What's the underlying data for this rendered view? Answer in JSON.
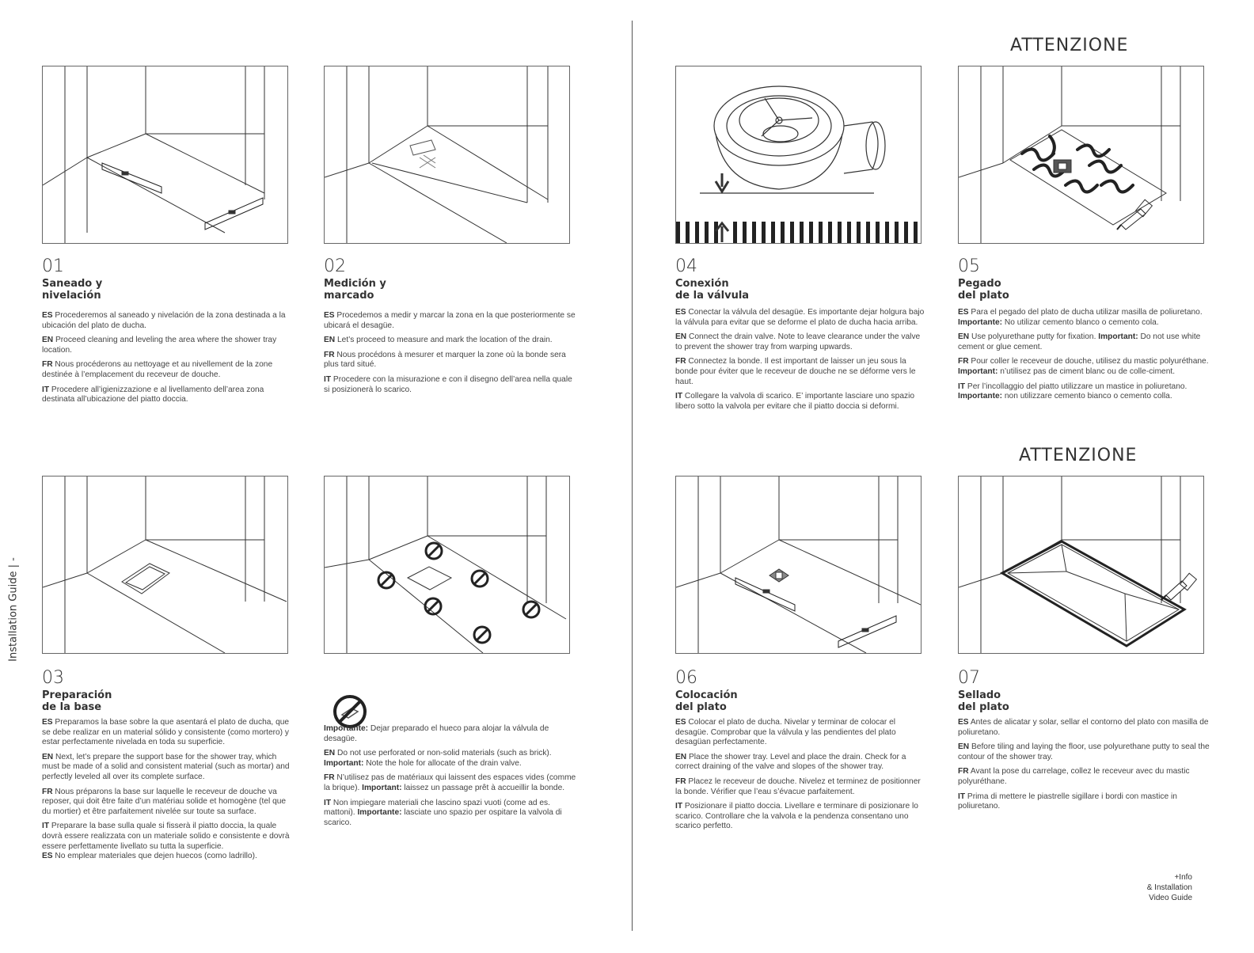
{
  "side_label": "Installation Guide  |  -",
  "attention_labels": [
    "ATTENZIONE",
    "ATTENZIONE"
  ],
  "steps": [
    {
      "num": "01",
      "title_lines": [
        "Saneado y",
        "nivelación"
      ],
      "paragraphs": [
        [
          {
            "b": "ES"
          },
          " Procederemos al saneado y nivelación de la zona destinada a la ubicación del plato de ducha."
        ],
        [
          {
            "b": "EN"
          },
          " Proceed cleaning and leveling the area where the shower tray location."
        ],
        [
          {
            "b": "FR"
          },
          " Nous procéderons au nettoyage et au nivellement de la zone destinée à l’emplacement du receveur de douche."
        ],
        [
          {
            "b": "IT"
          },
          " Procedere all’igienizzazione e al livellamento dell’area zona destinata all’ubicazione del piatto doccia."
        ]
      ]
    },
    {
      "num": "02",
      "title_lines": [
        "Medición y",
        "marcado"
      ],
      "paragraphs": [
        [
          {
            "b": "ES"
          },
          " Procedemos a medir y marcar la zona en la que posteriormente se ubicará el desagüe."
        ],
        [
          {
            "b": "EN"
          },
          " Let’s proceed to measure and mark the location of the drain."
        ],
        [
          {
            "b": "FR"
          },
          " Nous procédons à mesurer et marquer la zone où la bonde sera plus tard situé."
        ],
        [
          {
            "b": "IT"
          },
          " Procedere con la misurazione e con il disegno dell’area nella quale si posizionerà lo scarico."
        ]
      ]
    },
    {
      "num": "03",
      "title_lines": [
        "Preparación",
        "de la base"
      ],
      "paragraphs": [
        [
          {
            "b": "ES"
          },
          " Preparamos la base sobre la que asentará el plato de ducha, que se debe realizar en un material sólido y consistente (como mortero) y estar perfectamente nivelada en toda su superficie."
        ],
        [
          {
            "b": "EN"
          },
          " Next, let’s prepare the support base for the shower tray, which must be made of a solid and consistent material (such as mortar) and perfectly leveled all over its complete surface."
        ],
        [
          {
            "b": "FR"
          },
          " Nous préparons la base sur laquelle le receveur de douche va reposer, qui doit être faite d’un matériau solide et homogène (tel que du mortier) et être parfaitement nivelée sur toute sa surface."
        ],
        [
          {
            "b": "IT"
          },
          " Preparare la base sulla quale si fisserà il piatto doccia, la quale dovrà essere realizzata con un materiale solido e consistente e dovrà essere perfettamente livellato su tutta la superficie.\n",
          {
            "b": "ES"
          },
          " No emplear materiales que dejen huecos (como ladrillo)."
        ]
      ]
    },
    {
      "num": "",
      "title_lines": [],
      "paragraphs": [
        [
          {
            "b": "Importante:"
          },
          " Dejar preparado el hueco para alojar la válvula de desagüe."
        ],
        [
          {
            "b": "EN"
          },
          " Do not use perforated or non-solid materials (such as brick). ",
          {
            "b": "Important:"
          },
          " Note the hole for allocate of the drain valve."
        ],
        [
          {
            "b": "FR"
          },
          " N’utilisez pas de matériaux qui laissent des espaces vides (comme la brique). ",
          {
            "b": "Important:"
          },
          " laissez un passage prêt à accueillir la bonde."
        ],
        [
          {
            "b": "IT"
          },
          " Non impiegare materiali che lascino spazi vuoti (come ad es. mattoni). ",
          {
            "b": "Importante:"
          },
          " lasciate uno spazio per ospitare la valvola di scarico."
        ]
      ]
    },
    {
      "num": "04",
      "title_lines": [
        "Conexión",
        "de la válvula"
      ],
      "paragraphs": [
        [
          {
            "b": "ES"
          },
          " Conectar la válvula del desagüe. Es importante dejar holgura bajo la válvula para evitar que se deforme el plato de ducha hacia arriba."
        ],
        [
          {
            "b": "EN"
          },
          " Connect the drain valve. Note to leave clearance under the valve to prevent the shower tray from warping upwards."
        ],
        [
          {
            "b": "FR"
          },
          " Connectez la bonde. Il est important de laisser un jeu sous la bonde pour éviter que le receveur de douche ne se déforme vers le haut."
        ],
        [
          {
            "b": "IT"
          },
          " Collegare la valvola di scarico. E’ importante lasciare uno spazio libero sotto la valvola per evitare che il piatto doccia si deformi."
        ]
      ]
    },
    {
      "num": "05",
      "title_lines": [
        "Pegado",
        "del plato"
      ],
      "paragraphs": [
        [
          {
            "b": "ES"
          },
          " Para el pegado del plato de ducha utilizar masilla de poliuretano. ",
          {
            "b": "Importante:"
          },
          " No utilizar cemento blanco o cemento cola."
        ],
        [
          {
            "b": "EN"
          },
          " Use polyurethane putty for fixation. ",
          {
            "b": "Important:"
          },
          " Do not use white cement or glue cement."
        ],
        [
          {
            "b": "FR"
          },
          " Pour coller le receveur de douche, utilisez du mastic polyuréthane. ",
          {
            "b": "Important:"
          },
          " n’utilisez pas de ciment blanc ou de colle-ciment."
        ],
        [
          {
            "b": "IT"
          },
          " Per l’incollaggio del piatto utilizzare un mastice in poliuretano. ",
          {
            "b": "Importante:"
          },
          " non utilizzare cemento bianco o cemento colla."
        ]
      ]
    },
    {
      "num": "06",
      "title_lines": [
        "Colocación",
        "del plato"
      ],
      "paragraphs": [
        [
          {
            "b": "ES"
          },
          " Colocar el plato de ducha. Nivelar y terminar de colocar el desagüe. Comprobar que la válvula y las pendientes del plato desagüan perfectamente."
        ],
        [
          {
            "b": "EN"
          },
          " Place the shower tray. Level and place the drain. Check for a correct draining of the valve and slopes of the shower tray."
        ],
        [
          {
            "b": "FR"
          },
          " Placez le receveur de douche. Nivelez et terminez de positionner la bonde. Vérifier que l’eau s’évacue parfaitement."
        ],
        [
          {
            "b": "IT"
          },
          " Posizionare il piatto doccia. Livellare e terminare di posizionare lo scarico. Controllare che la valvola e la pendenza consentano uno scarico perfetto."
        ]
      ]
    },
    {
      "num": "07",
      "title_lines": [
        "Sellado",
        "del plato"
      ],
      "paragraphs": [
        [
          {
            "b": "ES"
          },
          " Antes de alicatar y solar, sellar el contorno del plato con masilla de poliuretano."
        ],
        [
          {
            "b": "EN"
          },
          " Before tiling and laying the floor, use polyurethane putty to seal the contour of the shower tray."
        ],
        [
          {
            "b": "FR"
          },
          " Avant la pose du carrelage, collez le receveur avec du mastic polyuréthane."
        ],
        [
          {
            "b": "IT"
          },
          " Prima di mettere le piastrelle sigillare i bordi con mastice in poliuretano."
        ]
      ]
    }
  ],
  "info_lines": [
    "+Info",
    "& Installation",
    "Video Guide"
  ]
}
